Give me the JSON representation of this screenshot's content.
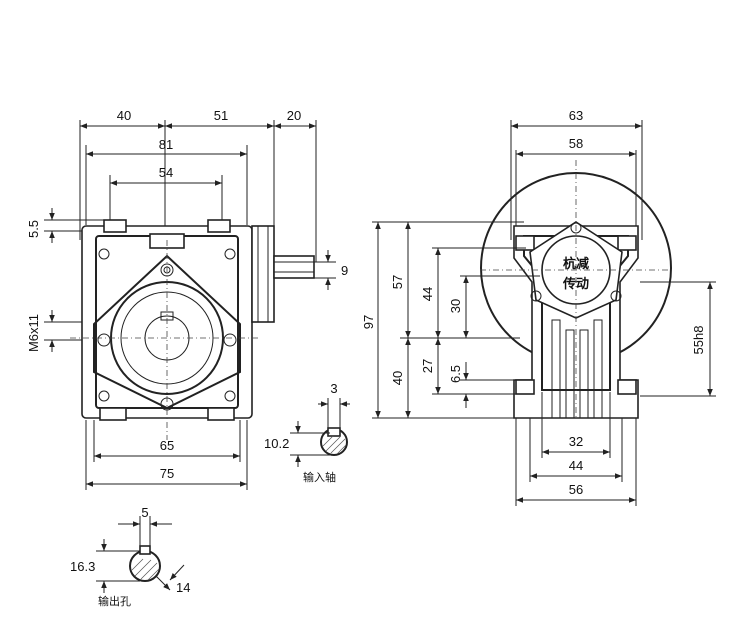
{
  "front_view": {
    "dims": {
      "d40": "40",
      "d51": "51",
      "d20": "20",
      "d81": "81",
      "d54": "54",
      "d5_5": "5.5",
      "d9": "9",
      "m6x11": "M6x11",
      "d65": "65",
      "d75": "75"
    }
  },
  "side_view": {
    "dims": {
      "d63": "63",
      "d58": "58",
      "d97": "97",
      "d57": "57",
      "d44v": "44",
      "d30": "30",
      "d40v": "40",
      "d27": "27",
      "d6_5": "6.5",
      "d55h8": "55h8",
      "d32": "32",
      "d44h": "44",
      "d56": "56"
    },
    "brand_line1": "杭减",
    "brand_line2": "传动"
  },
  "input_shaft": {
    "dims": {
      "d3": "3",
      "d10_2": "10.2"
    },
    "caption": "输入轴"
  },
  "output_bore": {
    "dims": {
      "d5": "5",
      "d16_3": "16.3",
      "d14": "14"
    },
    "caption": "输出孔"
  }
}
